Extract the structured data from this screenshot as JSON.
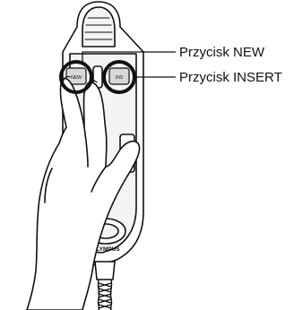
{
  "callouts": {
    "new_label": "Przycisk NEW",
    "insert_label": "Przycisk INSERT"
  },
  "device": {
    "brand": "OLYMPUS",
    "new_key_text": "NEW",
    "insert_key_text": "INS"
  },
  "colors": {
    "line": "#111111",
    "background": "#ffffff",
    "device_face": "#f4f4f4",
    "key_fill": "#d8d8d8"
  }
}
